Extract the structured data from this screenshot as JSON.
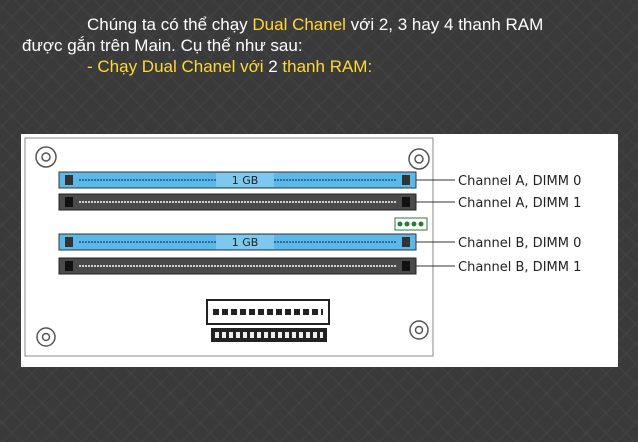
{
  "slide": {
    "line1_before": "Chúng ta có thể chạy ",
    "line1_highlight": "Dual Chanel",
    "line1_after": " với 2, 3 hay 4 thanh RAM",
    "line2": "được gắn trên Main. Cụ thể như sau:",
    "line3_a": "- Chạy Dual Chanel với ",
    "line3_b": "2",
    "line3_c": " thanh RAM:"
  },
  "figure": {
    "slots": [
      {
        "label": "Channel A, DIMM 0",
        "module": "1 GB",
        "installed": true
      },
      {
        "label": "Channel A, DIMM 1",
        "module": "",
        "installed": false
      },
      {
        "label": "Channel B, DIMM 0",
        "module": "1 GB",
        "installed": true
      },
      {
        "label": "Channel B, DIMM 1",
        "module": "",
        "installed": false
      }
    ]
  },
  "colors": {
    "text": "#ffffff",
    "highlight": "#ffd83a",
    "ram_module": "#5bb8e8",
    "slot": "#4a4a4a",
    "background": "#3a3a3a"
  }
}
